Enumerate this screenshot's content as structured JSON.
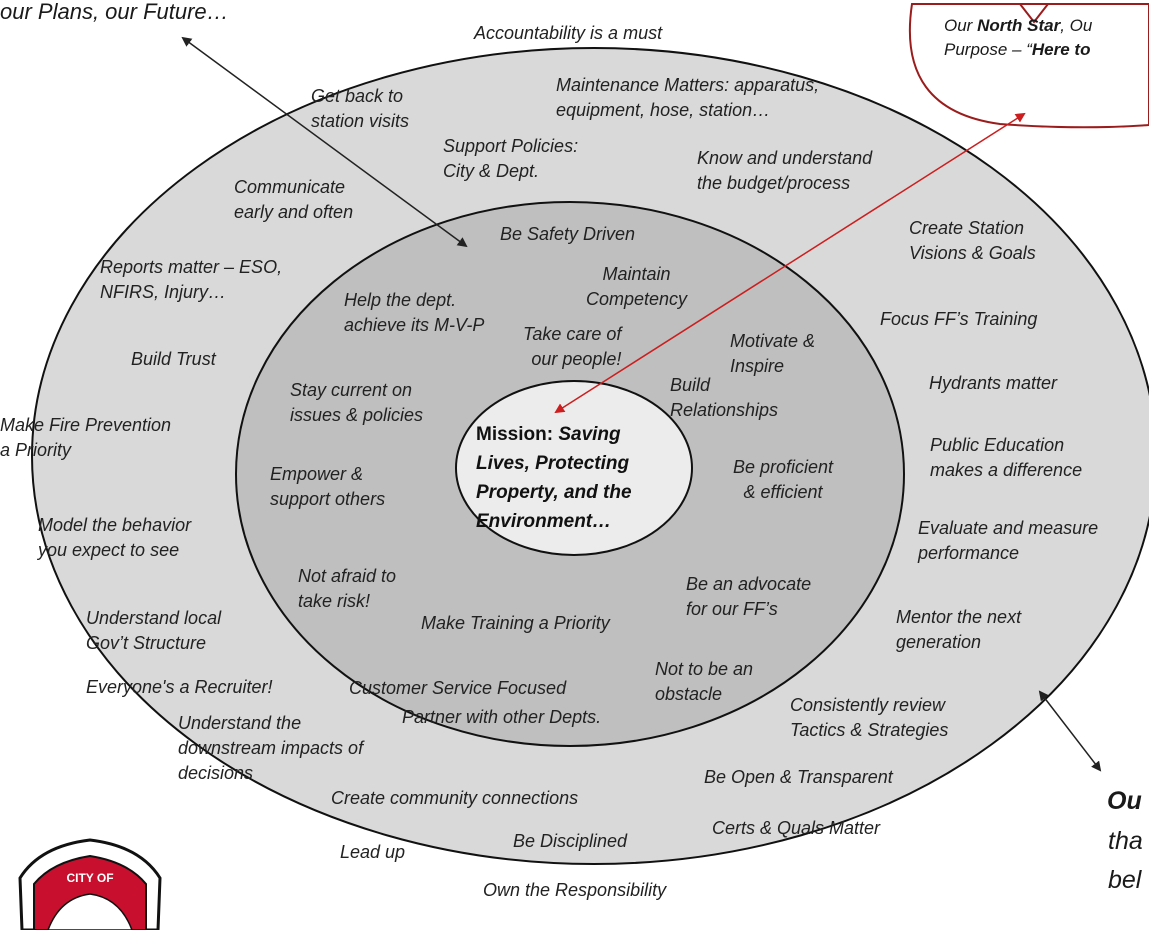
{
  "header_fragment": "our Plans, our Future…",
  "north_star": {
    "prefix": "Our ",
    "bold": "North Star",
    "mid": ", Ou",
    "line2_prefix": "Purpose – “",
    "line2_bold": "Here to"
  },
  "mission": {
    "label": "Mission: ",
    "text": "Saving Lives, Protecting Property, and the Environment…"
  },
  "inner_ring": [
    "Be Safety Driven",
    "Maintain\nCompetency",
    "Help the dept.\nachieve its M-V-P",
    "Take care of\nour people!",
    "Motivate &\nInspire",
    "Build\nRelationships",
    "Stay current on\nissues & policies",
    "Be proficient\n& efficient",
    "Empower &\nsupport others",
    "Not afraid to\ntake risk!",
    "Be an advocate\nfor our FF’s",
    "Make Training a Priority",
    "Not to be an\nobstacle",
    "Customer Service Focused",
    "Partner with other Depts."
  ],
  "outer_ring": [
    "Accountability is a must",
    "Get back to\nstation visits",
    "Maintenance Matters: apparatus,\nequipment, hose, station…",
    "Support Policies:\nCity & Dept.",
    "Know and understand\nthe budget/process",
    "Communicate\nearly and often",
    "Create Station\nVisions & Goals",
    "Reports matter – ESO,\nNFIRS, Injury…",
    "Focus FF’s  Training",
    "Build Trust",
    "Hydrants matter",
    "Make Fire Prevention\na Priority",
    "Public Education\nmakes a difference",
    "Model the behavior\nyou expect to see",
    "Evaluate and measure\nperformance",
    "Mentor the next\ngeneration",
    "Understand local\nGov’t Structure",
    "Everyone's a Recruiter!",
    "Consistently review\nTactics & Strategies",
    "Understand the\ndownstream impacts of\ndecisions",
    "Be Open & Transparent",
    "Create community connections",
    "Certs & Quals Matter",
    "Be Disciplined",
    "Lead up",
    "Own the Responsibility"
  ],
  "right_fragment": {
    "line1": "Ou",
    "line2": "tha",
    "line3": "bel"
  },
  "logo_text": "CITY OF",
  "colors": {
    "outer_fill": "#d9d9d9",
    "inner_fill": "#bfbfbf",
    "core_fill": "#ececec",
    "north_star_stroke": "#9b1c1c",
    "logo_red": "#c8102e",
    "red_arrow": "#cc1e1e"
  }
}
